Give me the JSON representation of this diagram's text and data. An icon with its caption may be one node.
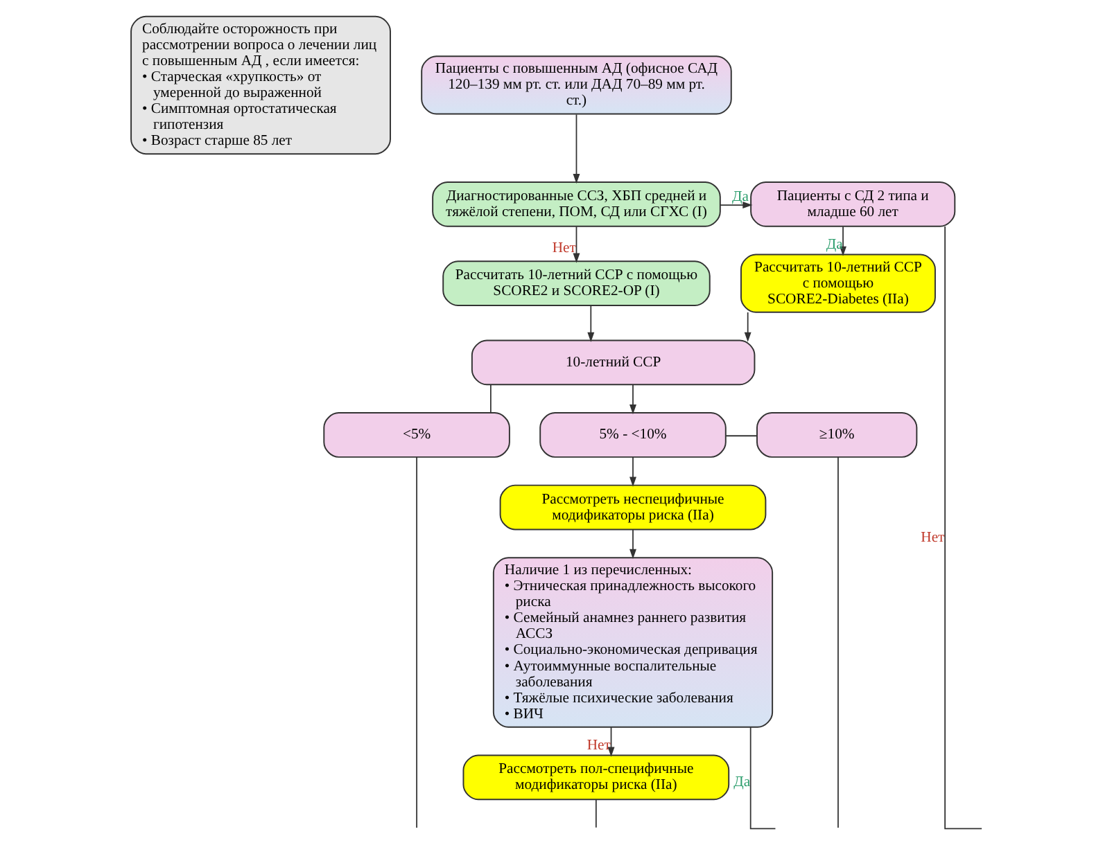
{
  "diagram": {
    "nodes": [
      {
        "text": [
          "Соблюдайте осторожность при рассмотрении вопроса о лечении лиц с повышенным АД , если имеется:",
          "• Старческая «хрупкость» от умеренной до выраженной",
          "• Симптомная ортостатическая гипотензия",
          "• Возраст старше 85 лет"
        ]
      },
      {
        "text": [
          "Пациенты с повышенным АД (офисное САД 120–139 мм рт. ст. или ДАД 70–89 мм рт. ст.)"
        ]
      },
      {
        "text": [
          "Диагностированные ССЗ, ХБП средней и тяжёлой степени, ПОМ, СД или СГХС (I)"
        ]
      },
      {
        "text": [
          "Пациенты с СД 2 типа и младше 60 лет"
        ]
      },
      {
        "text": [
          "Рассчитать 10-летний ССР с помощью SCORE2-Diabetes (IIa)"
        ]
      },
      {
        "text": [
          "Рассчитать 10-летний ССР с помощью SCORE2 и SCORE2-OP (I)"
        ]
      },
      {
        "text": [
          "10-летний ССР"
        ]
      },
      {
        "text": [
          "<5%"
        ]
      },
      {
        "text": [
          "5% - <10%"
        ]
      },
      {
        "text": [
          "≥10%"
        ]
      },
      {
        "text": [
          "Рассмотреть неспецифичные модификаторы риска (IIa)"
        ]
      },
      {
        "text": [
          "Наличие 1 из перечисленных:",
          "• Этническая принадлежность высокого риска",
          "• Семейный анамнез раннего развития АССЗ",
          "• Социально-экономическая депривация",
          "• Аутоиммунные воспалительные заболевания",
          "• Тяжёлые психические заболевания",
          "• ВИЧ"
        ]
      },
      {
        "text": [
          "Рассмотреть пол-специфичные модификаторы риска (IIa)"
        ]
      }
    ],
    "edges": [
      {
        "from": 1,
        "to": 2,
        "arrow": "to"
      },
      {
        "from": 2,
        "to": 3,
        "arrow": "to",
        "label": "Да"
      },
      {
        "from": 2,
        "to": 5,
        "arrow": "to",
        "label": "Нет"
      },
      {
        "from": 3,
        "to": 4,
        "arrow": "to",
        "label": "Да"
      },
      {
        "from": 3,
        "to": null,
        "arrow": "none",
        "label": "Нет"
      },
      {
        "from": 5,
        "to": 6,
        "arrow": "to"
      },
      {
        "from": 4,
        "to": 6,
        "arrow": "to"
      },
      {
        "from": 6,
        "to": 7,
        "arrow": "none"
      },
      {
        "from": 6,
        "to": 8,
        "arrow": "to"
      },
      {
        "from": 8,
        "to": 9,
        "arrow": "none"
      },
      {
        "from": 9,
        "to": null,
        "arrow": "none"
      },
      {
        "from": 7,
        "to": null,
        "arrow": "none"
      },
      {
        "from": 8,
        "to": 10,
        "arrow": "to"
      },
      {
        "from": 10,
        "to": 11,
        "arrow": "to"
      },
      {
        "from": 11,
        "to": null,
        "arrow": "none",
        "label": "Да"
      },
      {
        "from": 11,
        "to": 12,
        "arrow": "to",
        "label": "Нет"
      },
      {
        "from": 12,
        "to": null,
        "arrow": "none"
      }
    ]
  }
}
